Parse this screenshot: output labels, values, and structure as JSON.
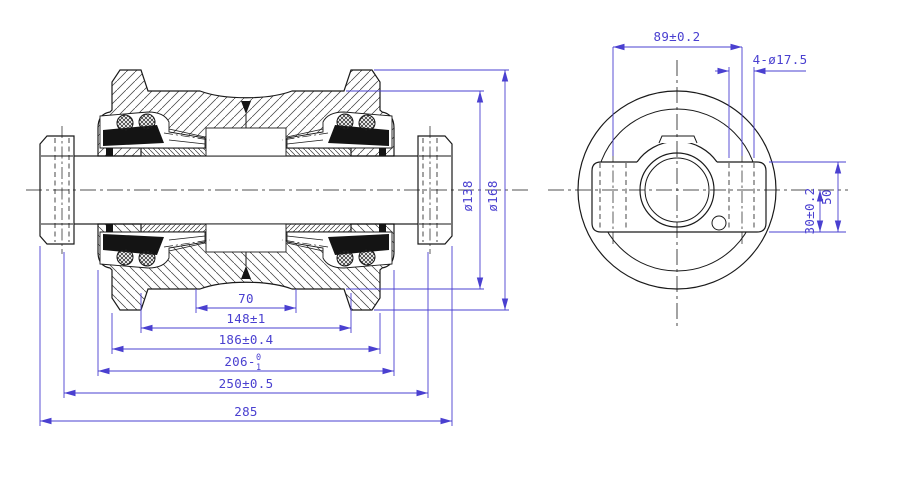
{
  "drawing": {
    "colors": {
      "outline": "#1a1a1a",
      "dimension": "#4a40d0",
      "background": "#ffffff"
    },
    "section_view": {
      "dimensions": {
        "center_tread_width": "70",
        "bushing_span": "148±1",
        "roller_body_width": "186±0.4",
        "shoulder_span_base": "206-",
        "shoulder_span_upper_tol": "0",
        "shoulder_span_lower_tol": "1",
        "mount_hole_span": "250±0.5",
        "overall_length": "285",
        "tread_diameter": "ø138",
        "flange_diameter": "ø168"
      }
    },
    "end_view": {
      "dimensions": {
        "hole_center_span": "89±0.2",
        "mount_holes": "4-ø17.5",
        "center_to_base": "30±0.2",
        "bracket_height": "50"
      }
    }
  }
}
